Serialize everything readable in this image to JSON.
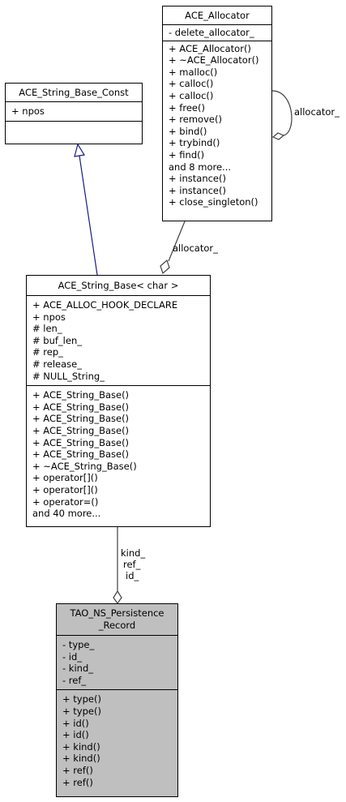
{
  "classes": {
    "allocator": {
      "name": "ACE_Allocator",
      "attributes": [
        "- delete_allocator_"
      ],
      "methods": [
        "+ ACE_Allocator()",
        "+ ~ACE_Allocator()",
        "+ malloc()",
        "+ calloc()",
        "+ calloc()",
        "+ free()",
        "+ remove()",
        "+ bind()",
        "+ trybind()",
        "+ find()",
        "and 8 more...",
        "+ instance()",
        "+ instance()",
        "+ close_singleton()"
      ]
    },
    "string_base_const": {
      "name": "ACE_String_Base_Const",
      "attributes": [
        "+ npos"
      ],
      "methods": []
    },
    "string_base": {
      "name": "ACE_String_Base< char >",
      "attributes": [
        "+ ACE_ALLOC_HOOK_DECLARE",
        "+ npos",
        "# len_",
        "# buf_len_",
        "# rep_",
        "# release_",
        "# NULL_String_"
      ],
      "methods": [
        "+ ACE_String_Base()",
        "+ ACE_String_Base()",
        "+ ACE_String_Base()",
        "+ ACE_String_Base()",
        "+ ACE_String_Base()",
        "+ ACE_String_Base()",
        "+ ~ACE_String_Base()",
        "+ operator[]()",
        "+ operator[]()",
        "+ operator=()",
        "and 40 more..."
      ]
    },
    "persistence_record": {
      "name_line1": "TAO_NS_Persistence",
      "name_line2": "_Record",
      "attributes": [
        "- type_",
        "- id_",
        "- kind_",
        "- ref_"
      ],
      "methods": [
        "+ type()",
        "+ type()",
        "+ id()",
        "+ id()",
        "+ kind()",
        "+ kind()",
        "+ ref()",
        "+ ref()"
      ]
    }
  },
  "edges": {
    "self_allocator": "allocator_",
    "base_allocator": "allocator_",
    "record_members": [
      "kind_",
      "ref_",
      "id_"
    ]
  }
}
